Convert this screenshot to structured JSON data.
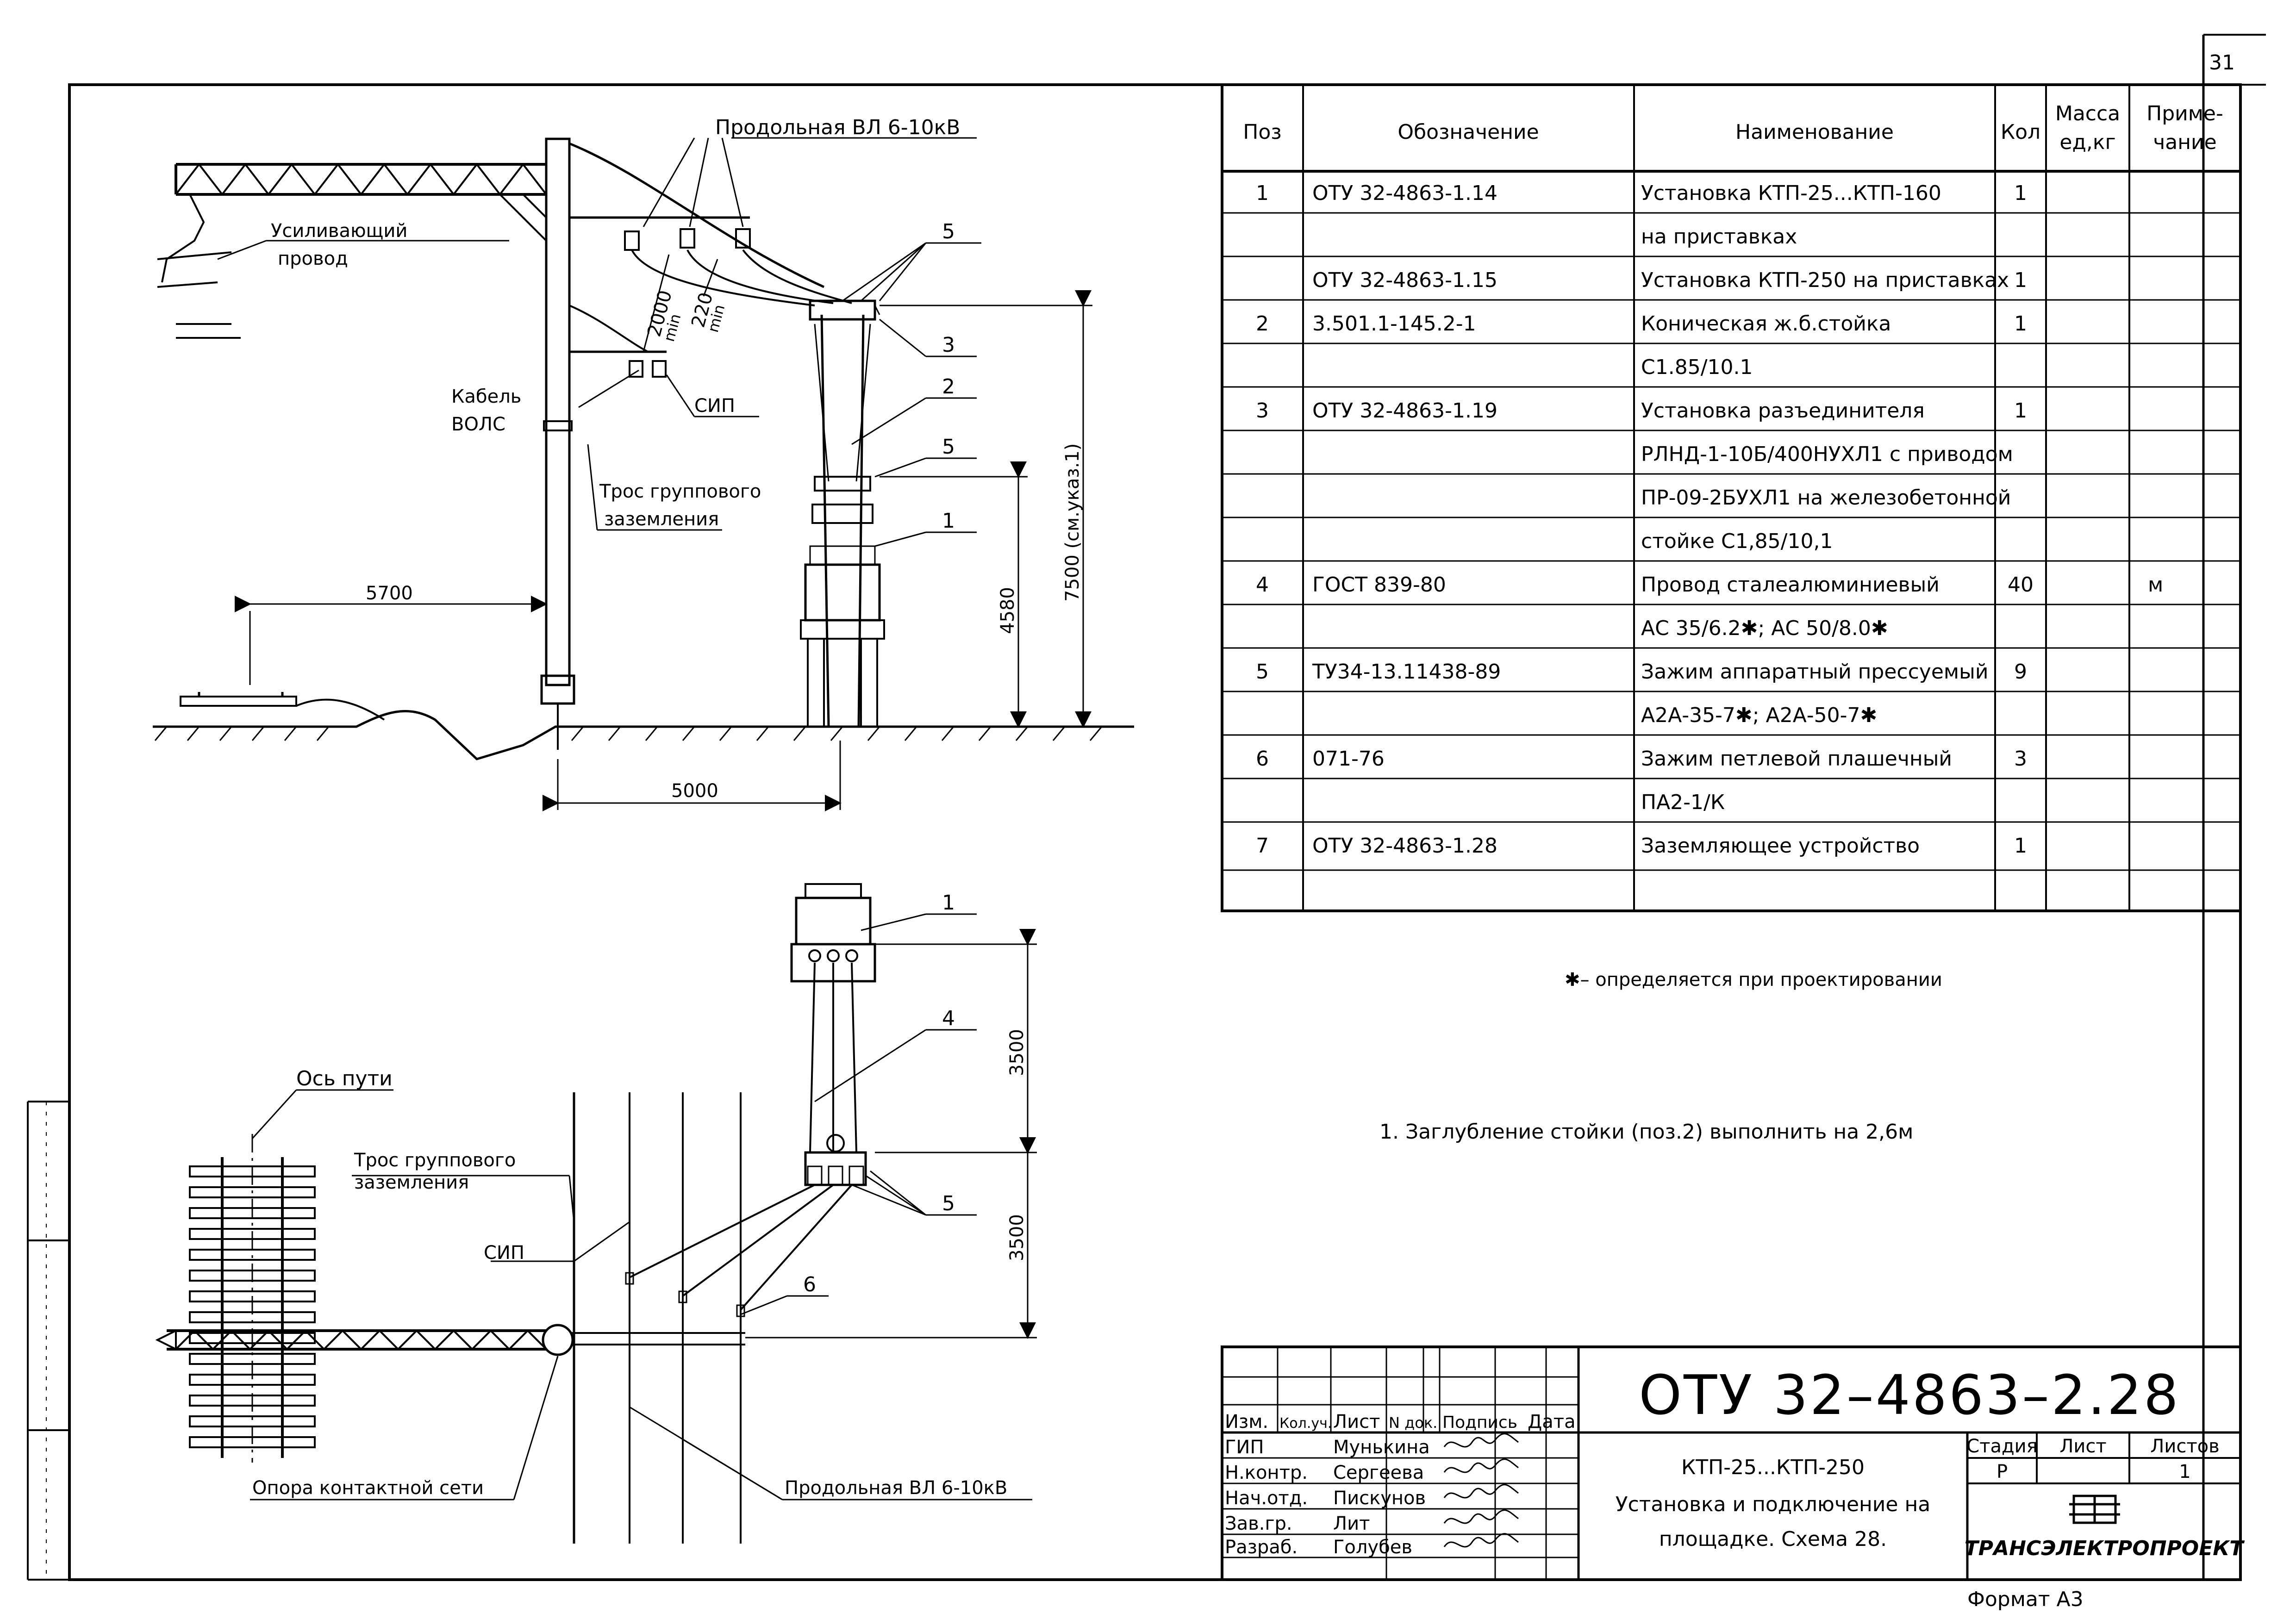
{
  "sheet_number": "31",
  "format_note": "Формат А3",
  "footnote_star": "✱– определяется при проектировании",
  "note_1": "1. Заглубление стойки (поз.2) выполнить на 2,6м",
  "elevation_view": {
    "label_longitudinal_line": "Продольная ВЛ 6-10кВ",
    "label_reinforcing_wire_1": "Усиливающий",
    "label_reinforcing_wire_2": "провод",
    "label_cable_1": "Кабель",
    "label_cable_2": "ВОЛС",
    "label_sip": "СИП",
    "label_ground_rope_1": "Трос группового",
    "label_ground_rope_2": "заземления",
    "dim_5700": "5700",
    "dim_5000": "5000",
    "dim_4580": "4580",
    "dim_7500": "7500 (см.указ.1)",
    "dim_2000": "2000",
    "dim_220": "220",
    "dim_min": "min",
    "callouts": [
      "5",
      "3",
      "2",
      "5",
      "1"
    ]
  },
  "plan_view": {
    "label_track_axis": "Ось пути",
    "label_ground_rope_1": "Трос группового",
    "label_ground_rope_2": "заземления",
    "label_sip": "СИП",
    "label_catenary_support": "Опора контактной сети",
    "label_longitudinal_line": "Продольная ВЛ 6-10кВ",
    "dim_3500_top": "3500",
    "dim_3500_bottom": "3500",
    "callouts": [
      "1",
      "4",
      "5",
      "6"
    ]
  },
  "spec_table": {
    "headers": {
      "pos": "Поз",
      "designation": "Обозначение",
      "name": "Наименование",
      "qty": "Кол",
      "mass_1": "Масса",
      "mass_2": "ед,кг",
      "note_1": "Приме-",
      "note_2": "чание"
    },
    "rows": [
      {
        "pos": "1",
        "designation": "ОТУ 32-4863-1.14",
        "name": "Установка КТП-25...КТП-160",
        "qty": "1",
        "mass": "",
        "note": ""
      },
      {
        "pos": "",
        "designation": "",
        "name": "на приставках",
        "qty": "",
        "mass": "",
        "note": ""
      },
      {
        "pos": "",
        "designation": "ОТУ 32-4863-1.15",
        "name": "Установка КТП-250 на приставках",
        "qty": "1",
        "mass": "",
        "note": ""
      },
      {
        "pos": "2",
        "designation": "3.501.1-145.2-1",
        "name": "Коническая ж.б.стойка",
        "qty": "1",
        "mass": "",
        "note": ""
      },
      {
        "pos": "",
        "designation": "",
        "name": "С1.85/10.1",
        "qty": "",
        "mass": "",
        "note": ""
      },
      {
        "pos": "3",
        "designation": "ОТУ 32-4863-1.19",
        "name": "Установка разъединителя",
        "qty": "1",
        "mass": "",
        "note": ""
      },
      {
        "pos": "",
        "designation": "",
        "name": "РЛНД-1-10Б/400НУХЛ1 с приводом",
        "qty": "",
        "mass": "",
        "note": ""
      },
      {
        "pos": "",
        "designation": "",
        "name": "ПР-09-2БУХЛ1 на железобетонной",
        "qty": "",
        "mass": "",
        "note": ""
      },
      {
        "pos": "",
        "designation": "",
        "name": "стойке С1,85/10,1",
        "qty": "",
        "mass": "",
        "note": ""
      },
      {
        "pos": "4",
        "designation": "ГОСТ 839-80",
        "name": "Провод сталеалюминиевый",
        "qty": "40",
        "mass": "",
        "note": "м"
      },
      {
        "pos": "",
        "designation": "",
        "name": "АС 35/6.2✱; АС 50/8.0✱",
        "qty": "",
        "mass": "",
        "note": ""
      },
      {
        "pos": "5",
        "designation": "ТУ34-13.11438-89",
        "name": "Зажим аппаратный прессуемый",
        "qty": "9",
        "mass": "",
        "note": ""
      },
      {
        "pos": "",
        "designation": "",
        "name": "А2А-35-7✱; А2А-50-7✱",
        "qty": "",
        "mass": "",
        "note": ""
      },
      {
        "pos": "6",
        "designation": "071-76",
        "name": "Зажим петлевой плашечный",
        "qty": "3",
        "mass": "",
        "note": ""
      },
      {
        "pos": "",
        "designation": "",
        "name": "ПА2-1/К",
        "qty": "",
        "mass": "",
        "note": ""
      },
      {
        "pos": "7",
        "designation": "ОТУ 32-4863-1.28",
        "name": "Заземляющее устройство",
        "qty": "1",
        "mass": "",
        "note": ""
      },
      {
        "pos": "",
        "designation": "",
        "name": "",
        "qty": "",
        "mass": "",
        "note": ""
      }
    ]
  },
  "title_block": {
    "doc_code": "ОТУ 32–4863–2.28",
    "col_headers": [
      "Изм.",
      "Кол.уч.",
      "Лист",
      "N док.",
      "Подпись",
      "Дата"
    ],
    "people": [
      {
        "role": "ГИП",
        "name": "Мунькина"
      },
      {
        "role": "Н.контр.",
        "name": "Сергеева"
      },
      {
        "role": "Нач.отд.",
        "name": "Пискунов"
      },
      {
        "role": "Зав.гр.",
        "name": "Лит"
      },
      {
        "role": "Разраб.",
        "name": "Голубев"
      }
    ],
    "title_line_1": "КТП-25...КТП-250",
    "title_line_2": "Установка и подключение на",
    "title_line_3": "площадке. Схема 28.",
    "stage_header": "Стадия",
    "sheet_header": "Лист",
    "sheets_header": "Листов",
    "stage_value": "Р",
    "sheet_value": "",
    "sheets_value": "1",
    "company": "ТРАНСЭЛЕКТРОПРОЕКТ"
  },
  "colors": {
    "ink": "#000000",
    "paper": "#ffffff"
  }
}
